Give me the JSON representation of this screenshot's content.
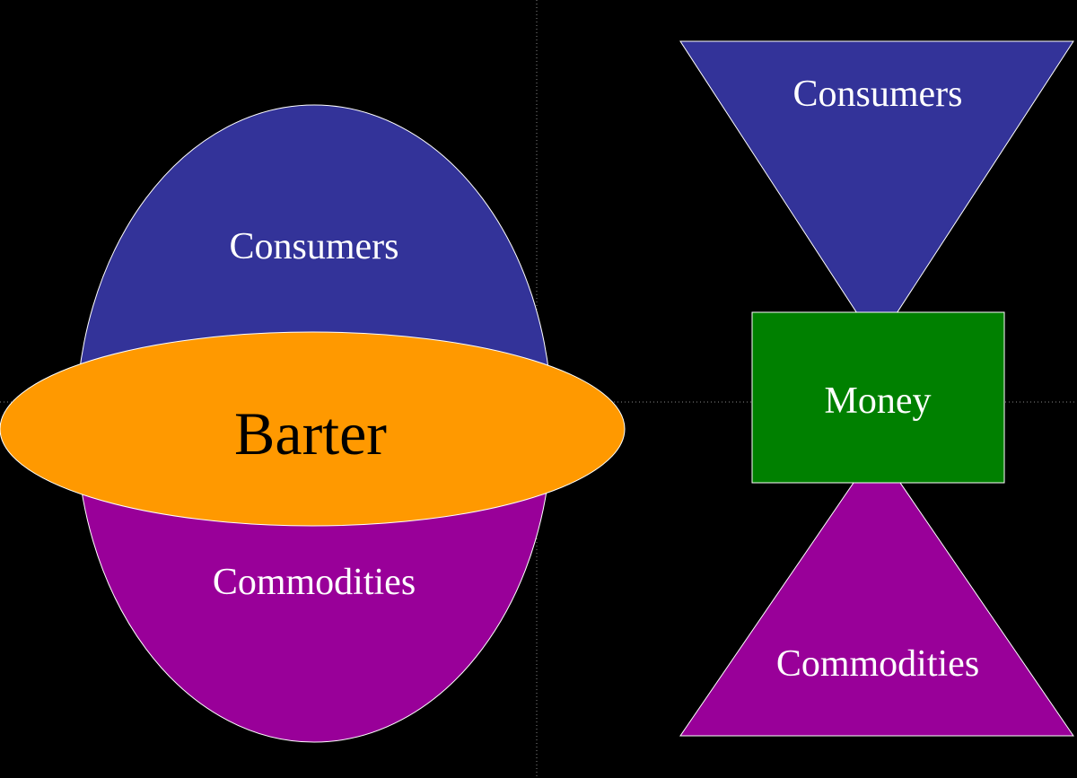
{
  "colors": {
    "background": "#000000",
    "consumers": "#333399",
    "commodities": "#990099",
    "barter": "#ff9900",
    "money": "#008000",
    "outline": "#ffffff",
    "guide": "#888888"
  },
  "barter_model": {
    "consumers_label": "Consumers",
    "barter_label": "Barter",
    "commodities_label": "Commodities"
  },
  "money_model": {
    "consumers_label": "Consumers",
    "money_label": "Money",
    "commodities_label": "Commodities"
  }
}
